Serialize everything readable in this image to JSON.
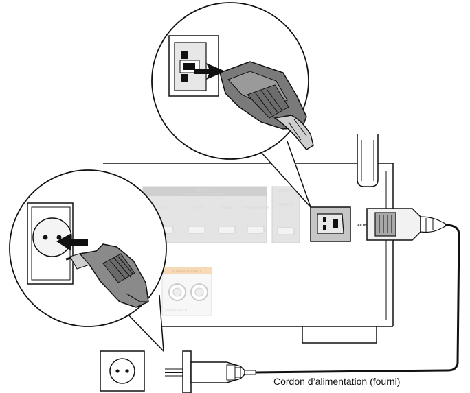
{
  "caption": "Cordon d’alimentation (fourni)",
  "panel": {
    "ac_in_label": "AC IN",
    "hdmi_group_label": "HDMI IN",
    "hdmi_group_sublabel": "4K / HDCP 2.2 Compatible",
    "hdmi_inputs": [
      "1 DVD",
      "2 Blu-ray",
      "3 GAME",
      "4 MEDIA PLAYER"
    ],
    "hdmi_out_label": "HDMI OUT",
    "hdmi_out_sublabel": "MONITOR",
    "audio_section_label": "SURROUND BACK",
    "audio_sublabel": "SUBWOOFER"
  },
  "colors": {
    "line": "#111111",
    "panel_gray": "#e2e2e2",
    "plug_gray": "#6f6f6f",
    "socket_gray": "#cfcfcf",
    "orange_accent": "#f0b878"
  },
  "icons": [
    "ac-inlet-icon",
    "power-plug-icon",
    "wall-socket-icon",
    "arrow-icon"
  ]
}
